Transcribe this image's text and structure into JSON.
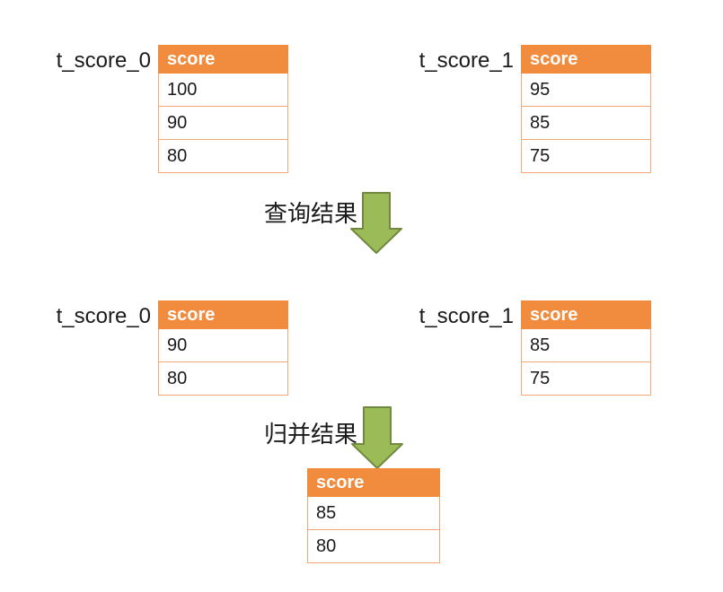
{
  "stage1": {
    "left_table": {
      "label": "t_score_0",
      "header": "score",
      "rows": [
        "100",
        "90",
        "80"
      ]
    },
    "right_table": {
      "label": "t_score_1",
      "header": "score",
      "rows": [
        "95",
        "85",
        "75"
      ]
    }
  },
  "arrows": [
    {
      "label": "查询结果",
      "direction": "down"
    },
    {
      "label": "归并结果",
      "direction": "down"
    }
  ],
  "stage2": {
    "left_table": {
      "label": "t_score_0",
      "header": "score",
      "rows": [
        "90",
        "80"
      ]
    },
    "right_table": {
      "label": "t_score_1",
      "header": "score",
      "rows": [
        "85",
        "75"
      ]
    }
  },
  "result_table": {
    "header": "score",
    "rows": [
      "85",
      "80"
    ]
  },
  "colors": {
    "table_header_bg": "#F18C3E",
    "table_cell_border": "#F5A876",
    "table_header_text": "#FFFFFF",
    "body_text": "#1A1A1A",
    "arrow_fill": "#9BBB59",
    "arrow_stroke": "#71893F",
    "background": "#FFFFFF"
  }
}
